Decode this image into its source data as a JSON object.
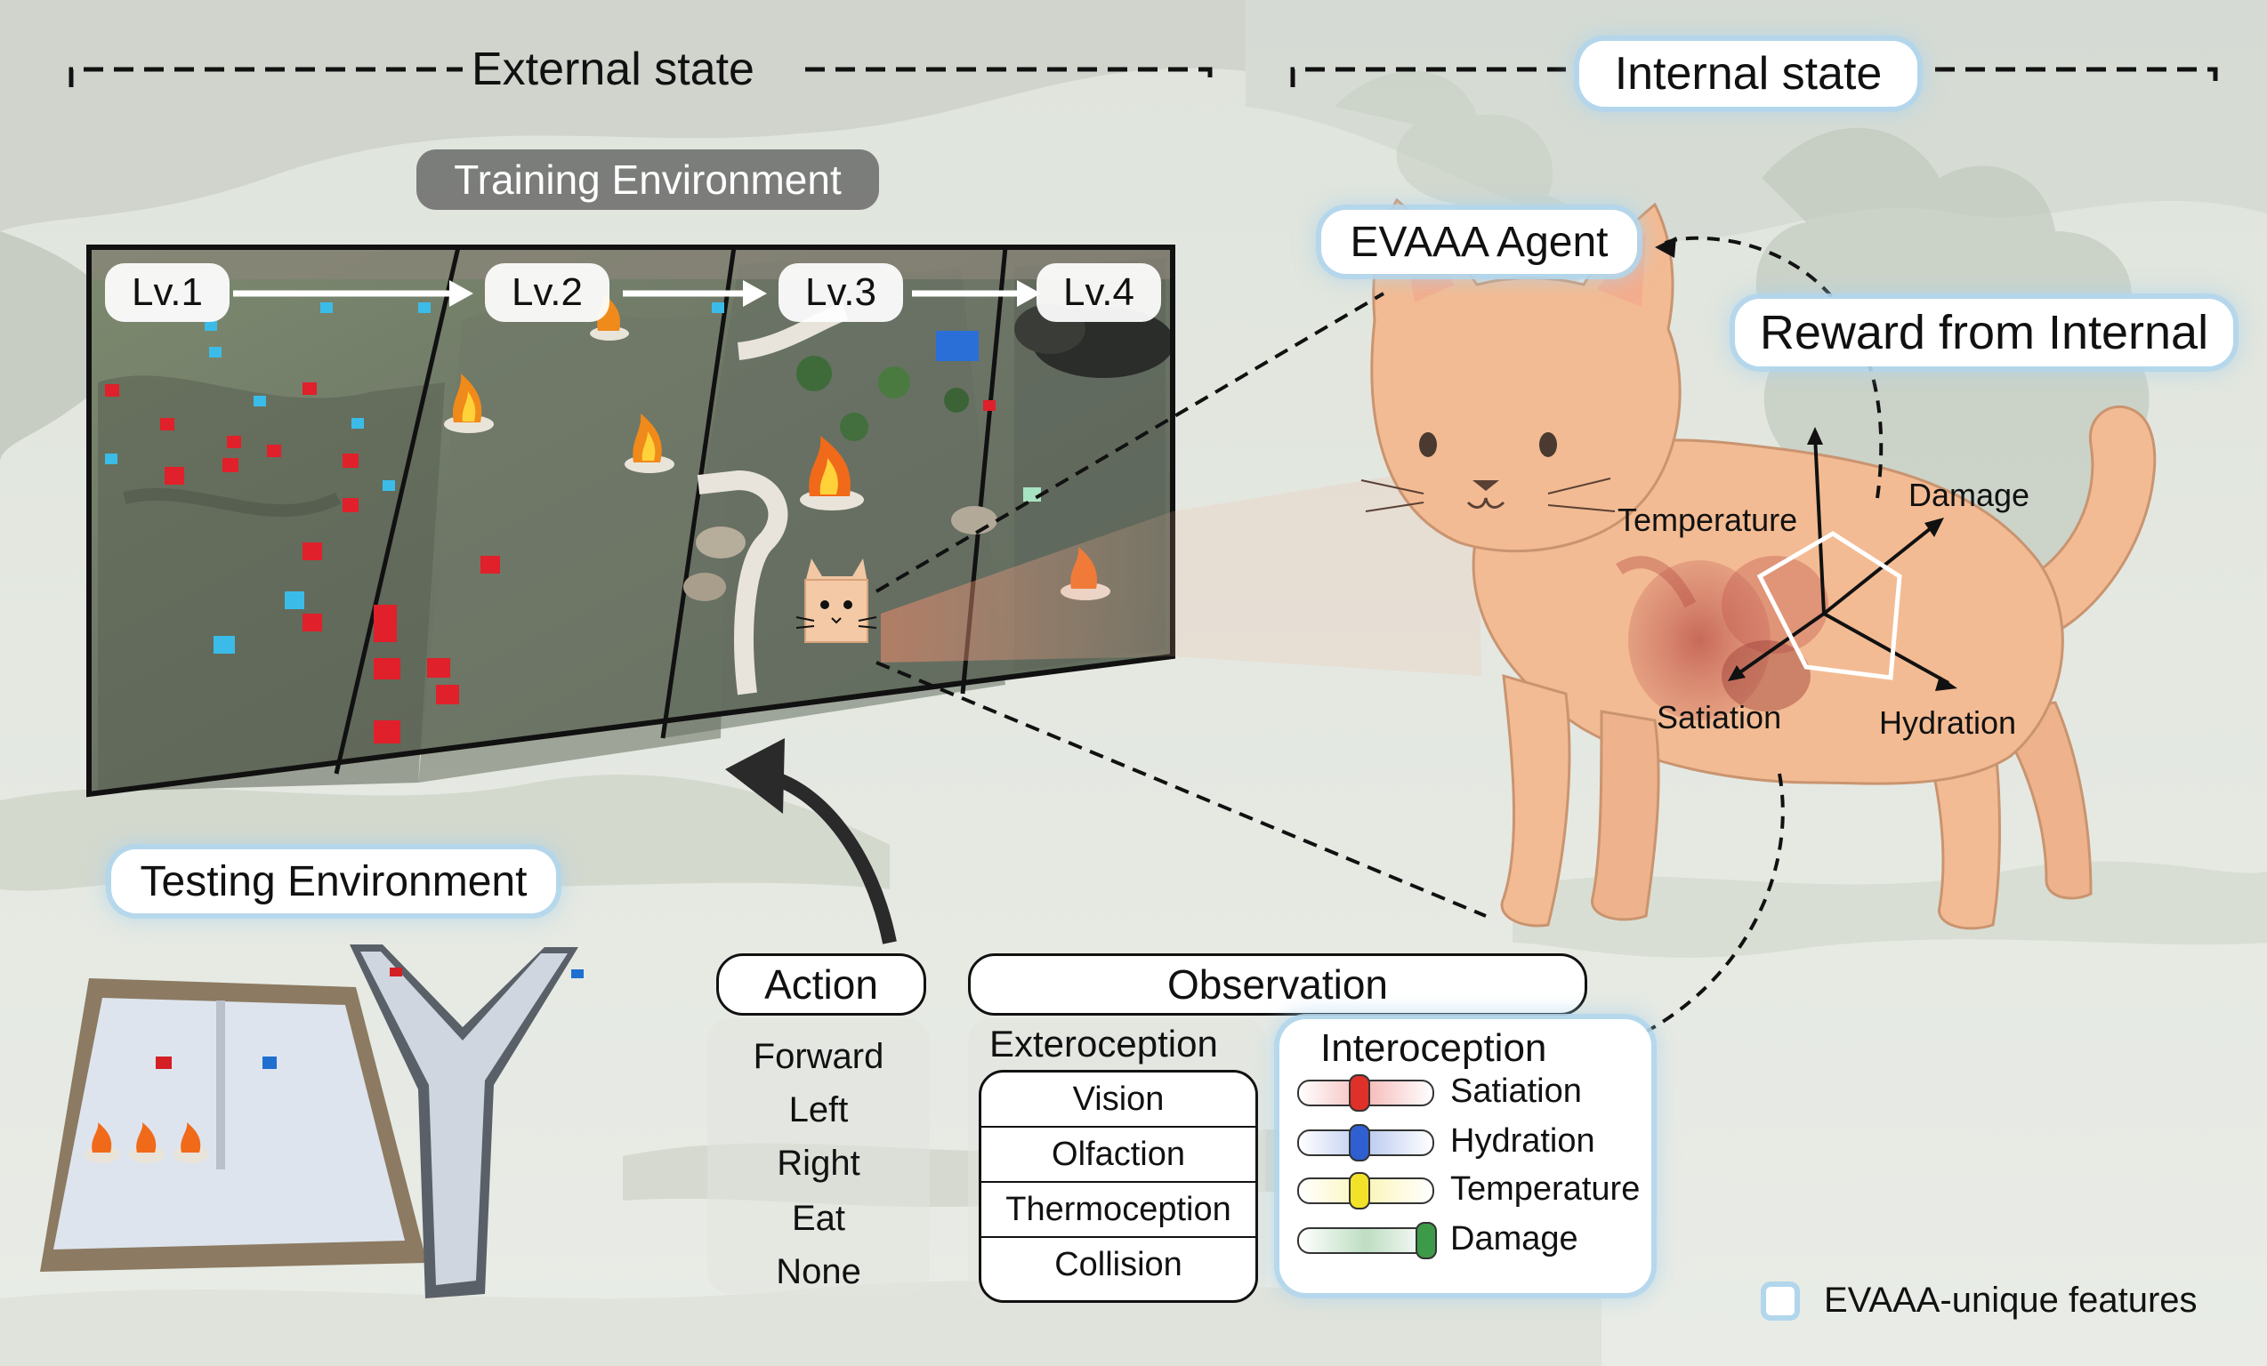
{
  "headings": {
    "external": "External state",
    "internal": "Internal state",
    "training": "Training Environment",
    "testing": "Testing Environment",
    "agent": "EVAAA Agent",
    "reward": "Reward from Internal"
  },
  "levels": [
    "Lv.1",
    "Lv.2",
    "Lv.3",
    "Lv.4"
  ],
  "action": {
    "title": "Action",
    "items": [
      "Forward",
      "Left",
      "Right",
      "Eat",
      "None"
    ]
  },
  "observation": {
    "title": "Observation",
    "exteroception": {
      "title": "Exteroception",
      "items": [
        "Vision",
        "Olfaction",
        "Thermoception",
        "Collision"
      ]
    },
    "interoception": {
      "title": "Interoception",
      "items": [
        {
          "label": "Satiation",
          "color": "#e0302a",
          "level": 0.45
        },
        {
          "label": "Hydration",
          "color": "#2f5fd0",
          "level": 0.45
        },
        {
          "label": "Temperature",
          "color": "#f2e22a",
          "level": 0.45
        },
        {
          "label": "Damage",
          "color": "#3d9a48",
          "level": 0.95
        }
      ]
    }
  },
  "radar_axes": {
    "temperature": "Temperature",
    "damage": "Damage",
    "satiation": "Satiation",
    "hydration": "Hydration"
  },
  "legend": {
    "label": "EVAAA-unique features"
  },
  "colors": {
    "cube_red": "#e0202a",
    "cube_blue": "#3bbce8",
    "glow": "#b2d6ec",
    "cat": "#f3bb93"
  }
}
